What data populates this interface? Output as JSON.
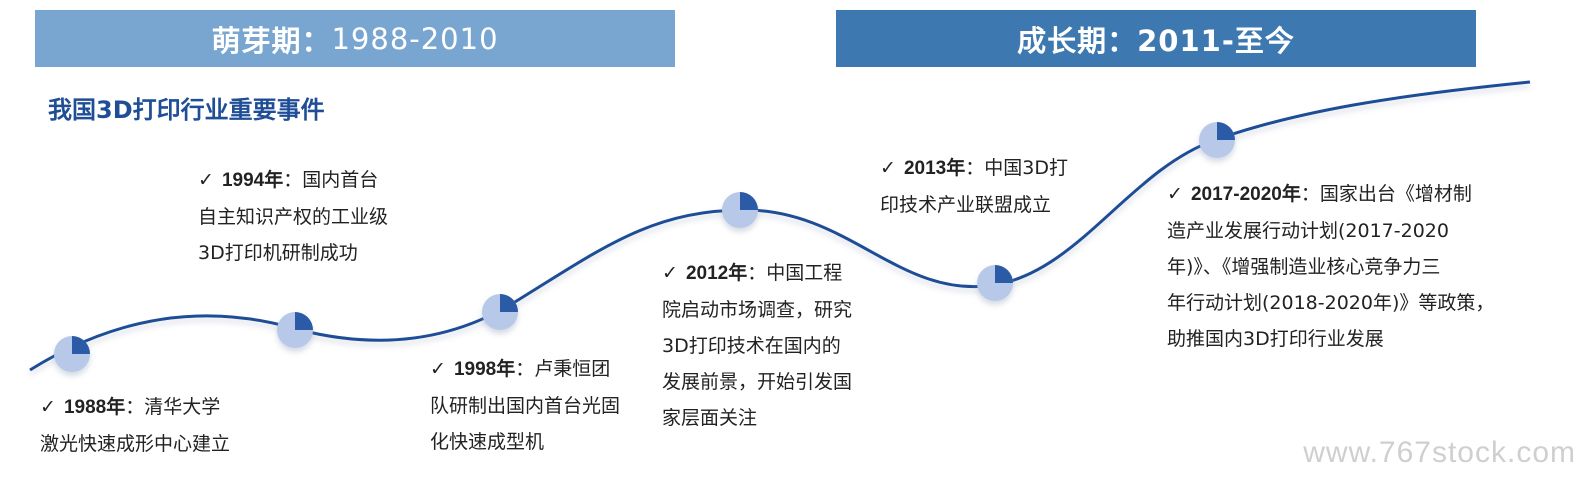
{
  "phases": [
    {
      "title": "萌芽期：",
      "years": "1988-2010"
    },
    {
      "title": "成长期：",
      "years": "2011-至今"
    }
  ],
  "section_title": "我国3D打印行业重要事件",
  "check_mark": "✓",
  "events": [
    {
      "year": "1988年",
      "sep": "：",
      "lines": [
        "清华大学",
        "激光快速成形中心建立"
      ]
    },
    {
      "year": "1994年",
      "sep": "：",
      "lines": [
        "国内首台",
        "自主知识产权的工业级",
        "3D打印机研制成功"
      ]
    },
    {
      "year": "1998年",
      "sep": "：",
      "lines": [
        "卢秉恒团",
        "队研制出国内首台光固",
        "化快速成型机"
      ]
    },
    {
      "year": "2012年",
      "sep": "：",
      "lines": [
        "中国工程",
        "院启动市场调查，研究",
        "3D打印技术在国内的",
        "发展前景，开始引发国",
        "家层面关注"
      ]
    },
    {
      "year": "2013年",
      "sep": "：",
      "lines": [
        "中国3D打",
        "印技术产业联盟成立"
      ]
    },
    {
      "year": "2017-2020年",
      "sep": "：",
      "lines": [
        "国家出台《增材制",
        "造产业发展行动计划(2017-2020",
        "年)》、《增强制造业核心竞争力三",
        "年行动计划(2018-2020年)》等政策，",
        "助推国内3D打印行业发展"
      ]
    }
  ],
  "colors": {
    "curve": "#1f4e96",
    "marker": "#b8c8e8",
    "marker_slice": "#2b5aa6"
  },
  "watermark": "www.767stock.com"
}
